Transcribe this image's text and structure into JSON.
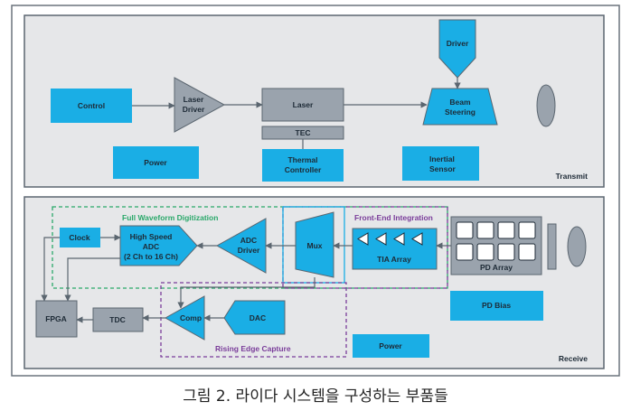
{
  "blocks": {
    "control": "Control",
    "laser_driver": [
      "Laser",
      "Driver"
    ],
    "laser": "Laser",
    "tec": "TEC",
    "driver_top": "Driver",
    "beam_steering": [
      "Beam",
      "Steering"
    ],
    "power_tx": "Power",
    "thermal_controller": [
      "Thermal",
      "Controller"
    ],
    "inertial_sensor": [
      "Inertial",
      "Sensor"
    ],
    "clock": "Clock",
    "adc": [
      "High Speed",
      "ADC",
      "(2 Ch to 16 Ch)"
    ],
    "adc_driver": [
      "ADC",
      "Driver"
    ],
    "mux": "Mux",
    "tia_array": "TIA Array",
    "pd_array": "PD Array",
    "fpga": "FPGA",
    "tdc": "TDC",
    "comp": "Comp",
    "dac": "DAC",
    "pd_bias": "PD Bias",
    "power_rx": "Power"
  },
  "sections": {
    "transmit": "Transmit",
    "receive": "Receive",
    "full_waveform": "Full Waveform Digitization",
    "front_end": "Front-End Integration",
    "rising_edge": "Rising Edge Capture"
  },
  "caption": "그림 2. 라이다 시스템을 구성하는 부품들",
  "colors": {
    "block_cyan": "#1aaee5",
    "block_gray": "#9aa3ad",
    "panel_gray": "#e6e7e9",
    "line_gray": "#5b6670",
    "green_dash": "#2aa86a",
    "purple_dash": "#7a3d9a",
    "cyan_dash": "#1aaee5"
  }
}
